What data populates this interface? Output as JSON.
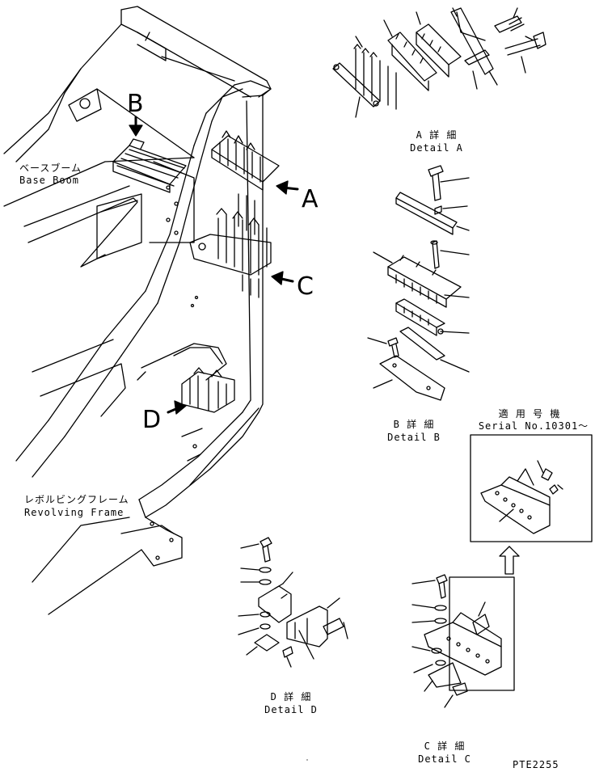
{
  "labels": {
    "base_boom_jp": "ベースブーム",
    "base_boom_en": "Base Boom",
    "revolving_frame_jp": "レボルビングフレーム",
    "revolving_frame_en": "Revolving Frame",
    "detail_a_jp": "A 詳 細",
    "detail_a_en": "Detail A",
    "detail_b_jp": "B 詳 細",
    "detail_b_en": "Detail B",
    "detail_c_jp": "C 詳 細",
    "detail_c_en": "Detail C",
    "detail_d_jp": "D 詳 細",
    "detail_d_en": "Detail D",
    "serial_jp": "適 用 号 機",
    "serial_en": "Serial No.10301～",
    "drawing_code": "PTE2255"
  },
  "view_letters": {
    "a": "A",
    "b": "B",
    "c": "C",
    "d": "D"
  }
}
